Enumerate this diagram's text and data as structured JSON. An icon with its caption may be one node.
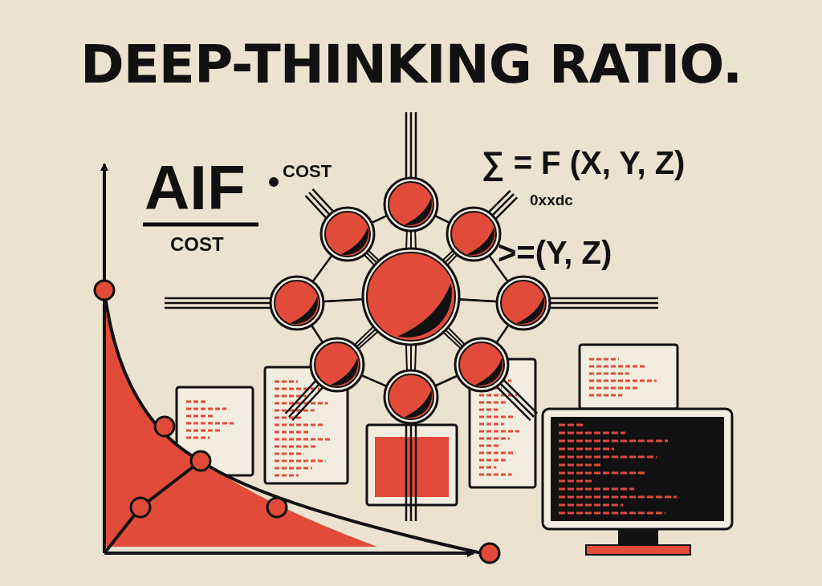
{
  "diagram": {
    "title": "DEEP-THINKING RATIO.",
    "labels": [
      "AIF",
      "COST",
      "COST",
      "∑ = F (X, Y, Z)",
      "0xxdc",
      ">=(Y, Z)"
    ]
  }
}
